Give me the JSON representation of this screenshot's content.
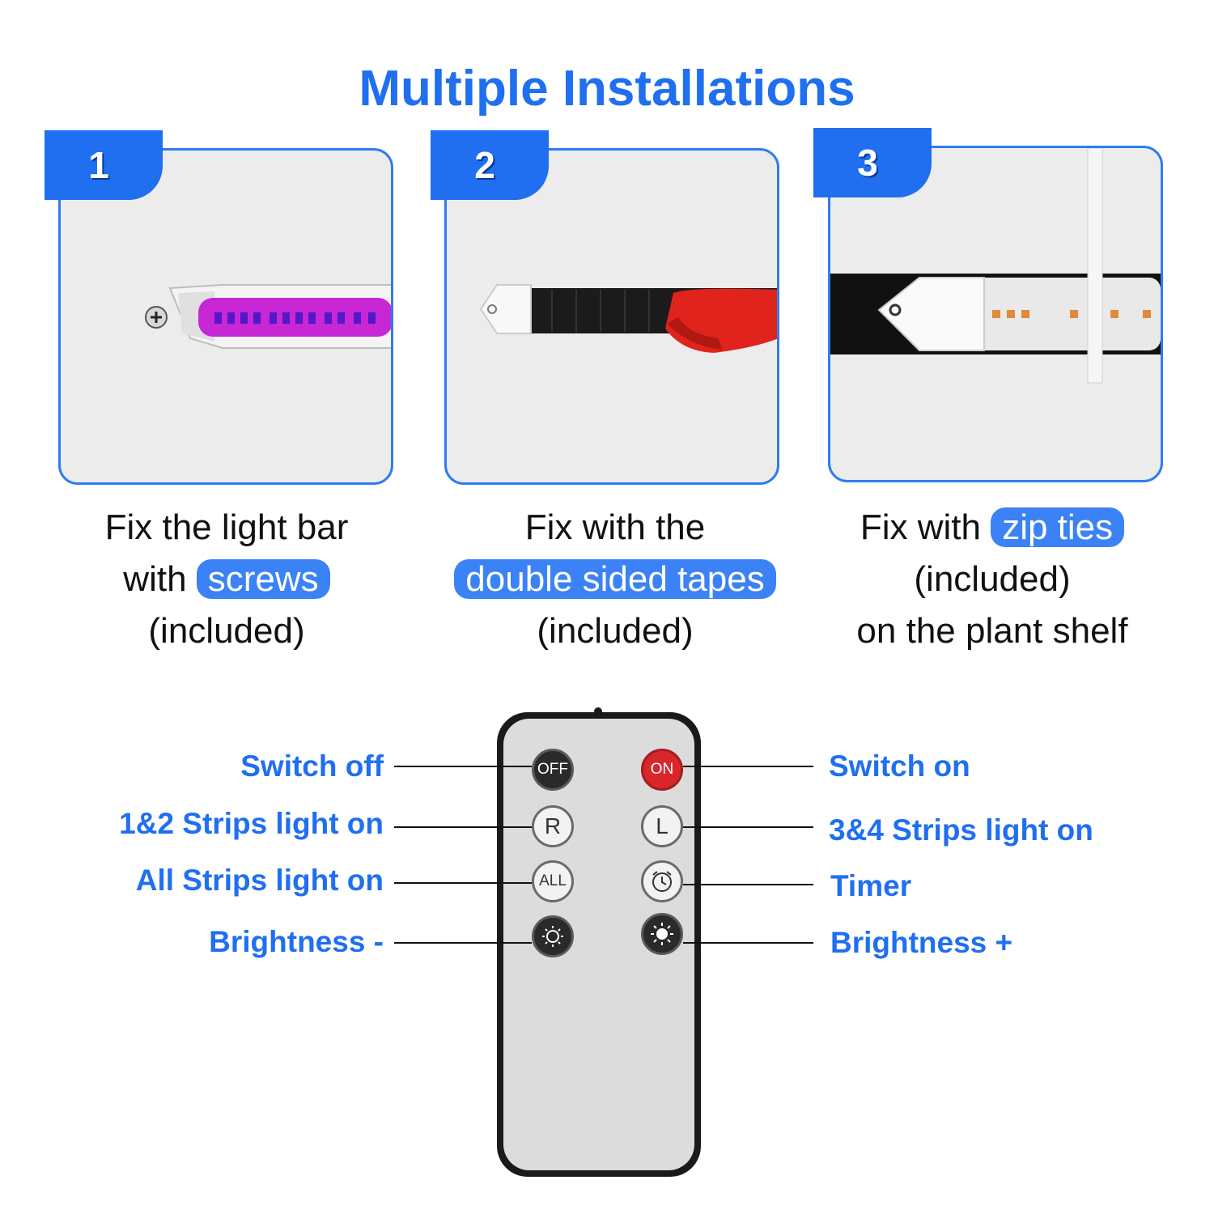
{
  "title": "Multiple Installations",
  "steps": [
    {
      "number": "1",
      "caption_line1": "Fix the light bar",
      "caption_pre": "with",
      "highlight": "screws",
      "caption_line3": "(included)"
    },
    {
      "number": "2",
      "caption_line1": "Fix with the",
      "highlight": "double sided tapes",
      "caption_line3": "(included)"
    },
    {
      "number": "3",
      "caption_pre": "Fix with",
      "highlight": "zip ties",
      "caption_line2": "(included)",
      "caption_line3": "on the plant shelf"
    }
  ],
  "remote": {
    "buttons": {
      "off": "OFF",
      "on": "ON",
      "r": "R",
      "l": "L",
      "all": "ALL"
    },
    "labels": {
      "switch_off": "Switch off",
      "switch_on": "Switch on",
      "strips_12": "1&2 Strips light on",
      "strips_34": "3&4 Strips light on",
      "all_strips": "All Strips light on",
      "timer": "Timer",
      "brightness_minus": "Brightness -",
      "brightness_plus": "Brightness +"
    },
    "icons": [
      "timer-clock-icon",
      "brightness-down-icon",
      "brightness-up-icon"
    ]
  },
  "colors": {
    "accent": "#1f6ff0",
    "highlight": "#3b82f6",
    "on_button": "#d8262a"
  }
}
